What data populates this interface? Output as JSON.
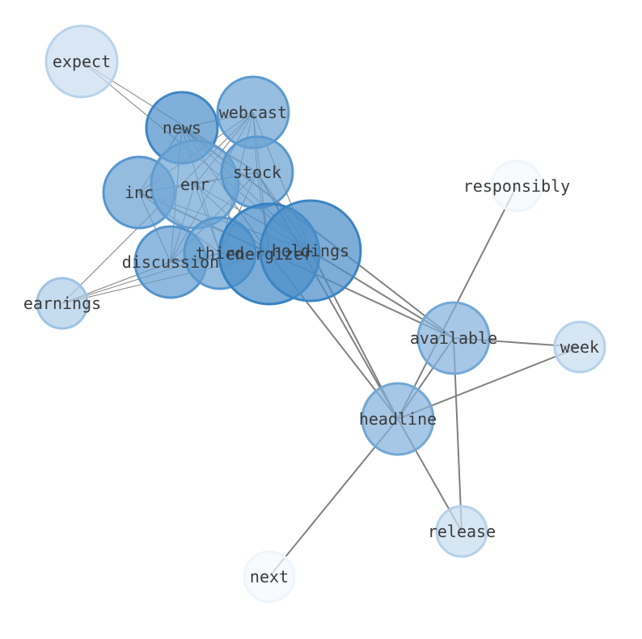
{
  "graph": {
    "nodes": [
      {
        "id": "expect",
        "label": "expect",
        "weight": 0.1
      },
      {
        "id": "news",
        "label": "news",
        "weight": 0.8
      },
      {
        "id": "webcast",
        "label": "webcast",
        "weight": 0.62
      },
      {
        "id": "inc",
        "label": "inc",
        "weight": 0.65
      },
      {
        "id": "enr",
        "label": "enr",
        "weight": 0.6
      },
      {
        "id": "stock",
        "label": "stock",
        "weight": 0.65
      },
      {
        "id": "discussion",
        "label": "discussion",
        "weight": 0.68
      },
      {
        "id": "third",
        "label": "third",
        "weight": 0.65
      },
      {
        "id": "energizer",
        "label": "energizer",
        "weight": 0.85
      },
      {
        "id": "holdings",
        "label": "holdings",
        "weight": 0.82
      },
      {
        "id": "earnings",
        "label": "earnings",
        "weight": 0.25
      },
      {
        "id": "responsibly",
        "label": "responsibly",
        "weight": 0.02
      },
      {
        "id": "available",
        "label": "available",
        "weight": 0.5
      },
      {
        "id": "week",
        "label": "week",
        "weight": 0.12
      },
      {
        "id": "headline",
        "label": "headline",
        "weight": 0.5
      },
      {
        "id": "release",
        "label": "release",
        "weight": 0.12
      },
      {
        "id": "next",
        "label": "next",
        "weight": 0.02
      }
    ],
    "edges": [
      [
        "expect",
        "stock"
      ],
      [
        "expect",
        "holdings"
      ],
      [
        "news",
        "inc"
      ],
      [
        "news",
        "webcast"
      ],
      [
        "news",
        "stock"
      ],
      [
        "news",
        "discussion"
      ],
      [
        "news",
        "third"
      ],
      [
        "news",
        "energizer"
      ],
      [
        "news",
        "holdings"
      ],
      [
        "news",
        "available"
      ],
      [
        "webcast",
        "inc"
      ],
      [
        "webcast",
        "enr"
      ],
      [
        "webcast",
        "stock"
      ],
      [
        "webcast",
        "discussion"
      ],
      [
        "webcast",
        "third"
      ],
      [
        "webcast",
        "energizer"
      ],
      [
        "webcast",
        "holdings"
      ],
      [
        "webcast",
        "earnings"
      ],
      [
        "inc",
        "enr"
      ],
      [
        "inc",
        "stock"
      ],
      [
        "inc",
        "discussion"
      ],
      [
        "inc",
        "third"
      ],
      [
        "inc",
        "energizer"
      ],
      [
        "inc",
        "holdings"
      ],
      [
        "inc",
        "available"
      ],
      [
        "enr",
        "stock"
      ],
      [
        "enr",
        "discussion"
      ],
      [
        "enr",
        "third"
      ],
      [
        "enr",
        "energizer"
      ],
      [
        "enr",
        "holdings"
      ],
      [
        "stock",
        "discussion"
      ],
      [
        "stock",
        "third"
      ],
      [
        "stock",
        "energizer"
      ],
      [
        "stock",
        "holdings"
      ],
      [
        "stock",
        "headline"
      ],
      [
        "discussion",
        "third"
      ],
      [
        "discussion",
        "energizer"
      ],
      [
        "discussion",
        "holdings"
      ],
      [
        "discussion",
        "earnings"
      ],
      [
        "third",
        "energizer"
      ],
      [
        "third",
        "holdings"
      ],
      [
        "third",
        "earnings"
      ],
      [
        "energizer",
        "holdings"
      ],
      [
        "energizer",
        "headline"
      ],
      [
        "holdings",
        "available"
      ],
      [
        "holdings",
        "headline"
      ],
      [
        "earnings",
        "energizer"
      ],
      [
        "available",
        "headline"
      ],
      [
        "available",
        "week"
      ],
      [
        "available",
        "release"
      ],
      [
        "headline",
        "week"
      ],
      [
        "headline",
        "release"
      ],
      [
        "headline",
        "next"
      ],
      [
        "responsibly",
        "headline"
      ]
    ],
    "colors": {
      "node_light": "#dbe9f6",
      "node_dark": "#2c7bbf",
      "edge": "#808080",
      "label": "#3a3a3a"
    }
  }
}
